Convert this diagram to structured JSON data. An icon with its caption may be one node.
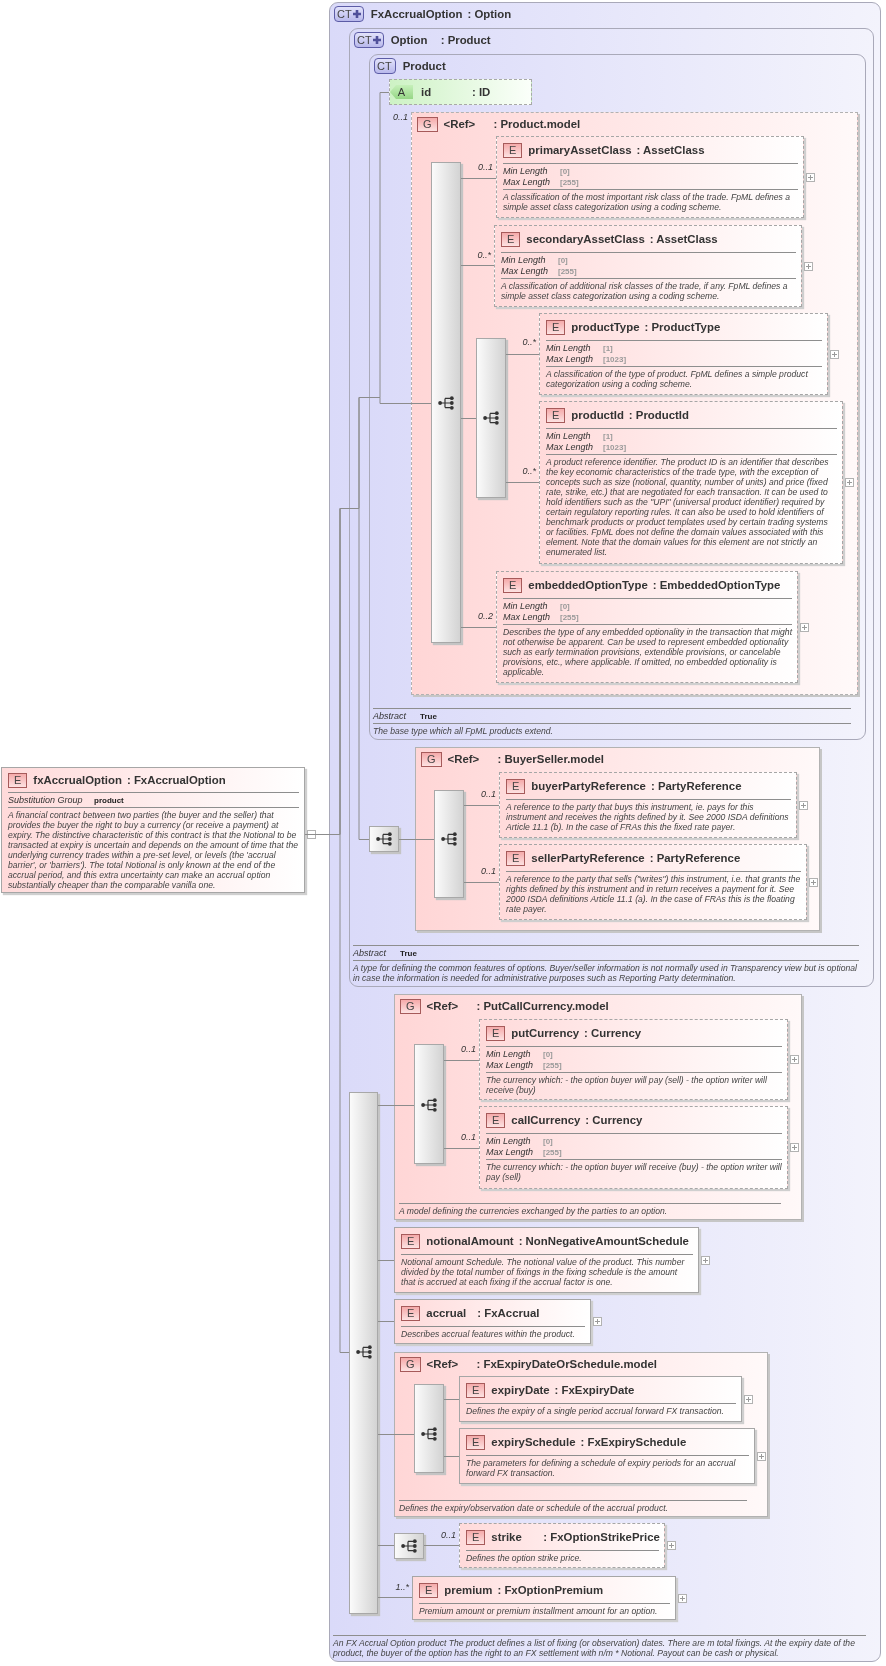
{
  "diagram": {
    "nodes": [
      {
        "text": [
          "E",
          "fxAccrualOption",
          ": FxAccrualOption",
          "Substitution Group",
          "product",
          "A financial contract between two parties (the buyer and the seller) that provides the buyer the right to buy a currency (or receive a payment) at expiry. The distinctive characteristic of this contract is that the Notional to be transacted at expiry is uncertain and depends on the amount of time that the underlying currency trades within a pre-set level, or levels (the 'accrual barrier', or 'barriers'). The total Notional is only known at the end of the accrual period, and this extra uncertainty can make an accrual option substantially cheaper than the comparable vanilla one."
        ]
      },
      {
        "text": [
          "CT",
          "FxAccrualOption",
          ": Option",
          "An FX Accrual Option product The product defines a list of fixing (or observation) dates. There are m total fixings. At the expiry date of the product, the buyer of the option has the right to an FX settlement with n/m * Notional. Payout can be cash or physical."
        ]
      },
      {
        "text": [
          "CT",
          "Option",
          ": Product",
          "Abstract",
          "True",
          "A type for defining the common features of options. Buyer/seller information is not normally used in Transparency view but is optional in case the information is needed for administrative purposes such as Reporting Party determination."
        ],
        "in": 1
      },
      {
        "text": [
          "CT",
          "Product",
          "Abstract",
          "True",
          "The base type which all FpML products extend."
        ],
        "in": 2
      },
      {
        "text": [
          "A",
          "id",
          ": ID"
        ],
        "in": 3
      },
      {
        "text": [
          "G",
          "<Ref>",
          ": Product.model"
        ],
        "beside": [
          "0..1"
        ],
        "in": 3
      },
      {
        "text": [],
        "shape": "bar",
        "in": 5
      },
      {
        "text": [
          "E",
          "primaryAssetClass",
          ": AssetClass",
          "Min Length",
          "[0]",
          "Max Length",
          "[255]",
          "A classification of the most important risk class of the trade. FpML defines a simple asset class categorization using a coding scheme."
        ],
        "beside": [
          "0..1"
        ],
        "in": 5
      },
      {
        "text": [
          "E",
          "secondaryAssetClass",
          ": AssetClass",
          "Min Length",
          "[0]",
          "Max Length",
          "[255]",
          "A classification of additional risk classes of the trade, if any. FpML defines a simple asset class categorization using a coding scheme."
        ],
        "beside": [
          "0..*"
        ],
        "in": 5
      },
      {
        "text": [],
        "shape": "bar",
        "in": 5
      },
      {
        "text": [
          "E",
          "productType",
          ": ProductType",
          "Min Length",
          "[1]",
          "Max Length",
          "[1023]",
          "A classification of the type of product. FpML defines a simple product categorization using a coding scheme."
        ],
        "beside": [
          "0..*"
        ],
        "in": 5
      },
      {
        "text": [
          "E",
          "productId",
          ": ProductId",
          "Min Length",
          "[1]",
          "Max Length",
          "[1023]",
          "A product reference identifier. The product ID is an identifier that describes the key economic characteristics of the trade type, with the exception of concepts such as size (notional, quantity, number of units) and price (fixed rate, strike, etc.) that are negotiated for each transaction. It can be used to hold identifiers such as the \"UPI\" (universal product identifier) required by certain regulatory reporting rules. It can also be used to hold identifiers of benchmark products or product templates used by certain trading systems or facilities. FpML does not define the domain values associated with this element. Note that the domain values for this element are not strictly an enumerated list."
        ],
        "beside": [
          "0..*"
        ],
        "in": 5
      },
      {
        "text": [
          "E",
          "embeddedOptionType",
          ": EmbeddedOptionType",
          "Min Length",
          "[0]",
          "Max Length",
          "[255]",
          "Describes the type of any embedded optionality in the transaction that might not otherwise be apparent. Can be used to represent embedded optionality such as early termination provisions, extendible provisions, or cancelable provisions, etc., where applicable. If omitted, no embedded optionality is applicable."
        ],
        "beside": [
          "0..2"
        ],
        "in": 5
      },
      {
        "text": [],
        "shape": "box",
        "in": 2
      },
      {
        "text": [
          "G",
          "<Ref>",
          ": BuyerSeller.model"
        ],
        "in": 2
      },
      {
        "text": [],
        "shape": "bar",
        "in": 14
      },
      {
        "text": [
          "E",
          "buyerPartyReference",
          ": PartyReference",
          "A reference to the party that buys this instrument, ie. pays for this instrument and receives the rights defined by it. See 2000 ISDA definitions Article 11.1 (b). In the case of FRAs this the fixed rate payer."
        ],
        "beside": [
          "0..1"
        ],
        "in": 14
      },
      {
        "text": [
          "E",
          "sellerPartyReference",
          ": PartyReference",
          "A reference to the party that sells (\"writes\") this instrument, i.e. that grants the rights defined by this instrument and in return receives a payment for it. See 2000 ISDA definitions Article 11.1 (a). In the case of FRAs this is the floating rate payer."
        ],
        "beside": [
          "0..1"
        ],
        "in": 14
      },
      {
        "text": [],
        "shape": "bar",
        "in": 1
      },
      {
        "text": [
          "G",
          "<Ref>",
          ": PutCallCurrency.model",
          "A model defining the currencies exchanged by the parties to an option."
        ],
        "in": 1
      },
      {
        "text": [],
        "shape": "bar",
        "in": 19
      },
      {
        "text": [
          "E",
          "putCurrency",
          ": Currency",
          "Min Length",
          "[0]",
          "Max Length",
          "[255]",
          "The currency which: - the option buyer will pay (sell) - the option writer will receive (buy)"
        ],
        "beside": [
          "0..1"
        ],
        "in": 19
      },
      {
        "text": [
          "E",
          "callCurrency",
          ": Currency",
          "Min Length",
          "[0]",
          "Max Length",
          "[255]",
          "The currency which: - the option buyer will receive (buy) - the option writer will pay (sell)"
        ],
        "beside": [
          "0..1"
        ],
        "in": 19
      },
      {
        "text": [
          "E",
          "notionalAmount",
          ": NonNegativeAmountSchedule",
          "Notional amount Schedule. The notional value of the product. This number divided by the total number of fixings in the fixing schedule is the amount that is accrued at each fixing if the accrual factor is one."
        ],
        "in": 1
      },
      {
        "text": [
          "E",
          "accrual",
          ": FxAccrual",
          "Describes accrual features within the product."
        ],
        "in": 1
      },
      {
        "text": [
          "G",
          "<Ref>",
          ": FxExpiryDateOrSchedule.model",
          "Defines the expiry/observation date or schedule of the accrual product."
        ],
        "in": 1
      },
      {
        "text": [],
        "shape": "bar",
        "in": 25
      },
      {
        "text": [
          "E",
          "expiryDate",
          ": FxExpiryDate",
          "Defines the expiry of a single period accrual forward FX transaction."
        ],
        "in": 25
      },
      {
        "text": [
          "E",
          "expirySchedule",
          ": FxExpirySchedule",
          "The parameters for defining a schedule of expiry periods for an accrual forward FX transaction."
        ],
        "in": 25
      },
      {
        "text": [],
        "shape": "box",
        "in": 1
      },
      {
        "text": [
          "E",
          "strike",
          ": FxOptionStrikePrice",
          "Defines the option strike price."
        ],
        "beside": [
          "0..1"
        ],
        "in": 1
      },
      {
        "text": [
          "E",
          "premium",
          ": FxOptionPremium",
          "Premium amount or premium installment amount for an option."
        ],
        "beside": [
          "1..*"
        ],
        "in": 1
      }
    ],
    "edges": [
      {
        "from": 0,
        "to": 4,
        "arrow": "none"
      },
      {
        "from": 0,
        "to": 6,
        "arrow": "none"
      },
      {
        "from": 0,
        "to": 13,
        "arrow": "none"
      },
      {
        "from": 0,
        "to": 18,
        "arrow": "none"
      },
      {
        "from": 6,
        "to": 7,
        "arrow": "none"
      },
      {
        "from": 6,
        "to": 8,
        "arrow": "none"
      },
      {
        "from": 6,
        "to": 9,
        "arrow": "none"
      },
      {
        "from": 6,
        "to": 12,
        "arrow": "none"
      },
      {
        "from": 9,
        "to": 10,
        "arrow": "none"
      },
      {
        "from": 9,
        "to": 11,
        "arrow": "none"
      },
      {
        "from": 13,
        "to": 15,
        "arrow": "none"
      },
      {
        "from": 15,
        "to": 16,
        "arrow": "none"
      },
      {
        "from": 15,
        "to": 17,
        "arrow": "none"
      },
      {
        "from": 18,
        "to": 20,
        "arrow": "none"
      },
      {
        "from": 18,
        "to": 23,
        "arrow": "none"
      },
      {
        "from": 18,
        "to": 24,
        "arrow": "none"
      },
      {
        "from": 18,
        "to": 26,
        "arrow": "none"
      },
      {
        "from": 18,
        "to": 29,
        "arrow": "none"
      },
      {
        "from": 18,
        "to": 31,
        "arrow": "none"
      },
      {
        "from": 20,
        "to": 21,
        "arrow": "none"
      },
      {
        "from": 20,
        "to": 22,
        "arrow": "none"
      },
      {
        "from": 26,
        "to": 27,
        "arrow": "none"
      },
      {
        "from": 26,
        "to": 28,
        "arrow": "none"
      },
      {
        "from": 29,
        "to": 30,
        "arrow": "none"
      }
    ]
  }
}
